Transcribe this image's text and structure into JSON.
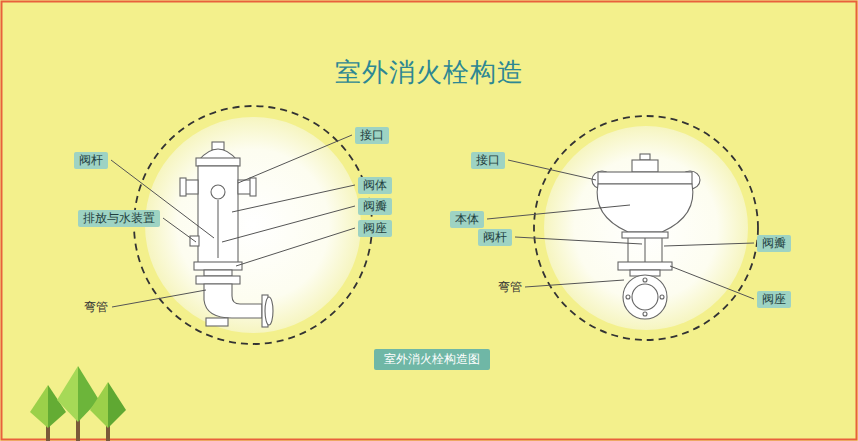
{
  "diagram": {
    "title": "室外消火栓构造",
    "caption": "室外消火栓构造图",
    "nodes": [
      {
        "text": [
          "阀杆"
        ]
      },
      {
        "text": [
          "接口"
        ]
      },
      {
        "text": [
          "阀体"
        ]
      },
      {
        "text": [
          "排放与水装置"
        ]
      },
      {
        "text": [
          "阀瓣"
        ]
      },
      {
        "text": [
          "阀座"
        ]
      },
      {
        "text": [
          "接口"
        ]
      },
      {
        "text": [
          "本体"
        ]
      },
      {
        "text": [
          "阀杆"
        ]
      },
      {
        "text": [
          "阀瓣"
        ]
      },
      {
        "text": [
          "阀座"
        ]
      }
    ],
    "labels": [
      "弯管",
      "弯管"
    ]
  }
}
